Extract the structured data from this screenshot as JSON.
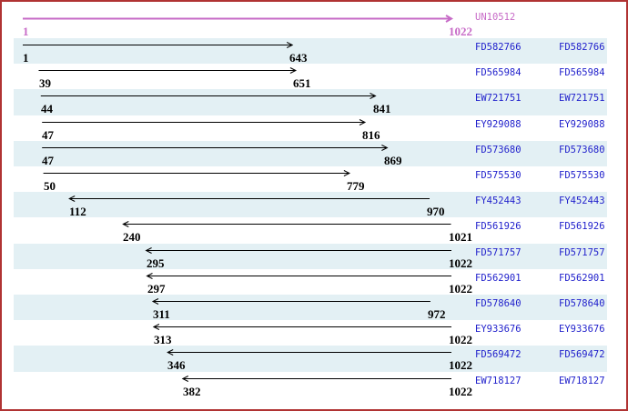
{
  "colors": {
    "border": "#b03333",
    "band_shade": "#e3f0f4",
    "accession_text": "#2222cc",
    "reference_color": "#c76bc7",
    "match_arrow": "#000000",
    "background": "#ffffff"
  },
  "chart_data": {
    "type": "bar",
    "subtype": "horizontal-alignment-range-arrows",
    "title": "",
    "xlabel": "",
    "ylabel": "",
    "xlim": [
      1,
      1022
    ],
    "grid": false,
    "legend": "none",
    "reference": {
      "label": "UN10512",
      "start": 1,
      "end": 1022,
      "orientation": "forward"
    },
    "rows": [
      {
        "accession": "FD582766",
        "start": 1,
        "end": 643,
        "orientation": "forward"
      },
      {
        "accession": "FD565984",
        "start": 39,
        "end": 651,
        "orientation": "forward"
      },
      {
        "accession": "EW721751",
        "start": 44,
        "end": 841,
        "orientation": "forward"
      },
      {
        "accession": "EY929088",
        "start": 47,
        "end": 816,
        "orientation": "forward"
      },
      {
        "accession": "FD573680",
        "start": 47,
        "end": 869,
        "orientation": "forward"
      },
      {
        "accession": "FD575530",
        "start": 50,
        "end": 779,
        "orientation": "forward"
      },
      {
        "accession": "FY452443",
        "start": 112,
        "end": 970,
        "orientation": "reverse"
      },
      {
        "accession": "FD561926",
        "start": 240,
        "end": 1021,
        "orientation": "reverse"
      },
      {
        "accession": "FD571757",
        "start": 295,
        "end": 1022,
        "orientation": "reverse"
      },
      {
        "accession": "FD562901",
        "start": 297,
        "end": 1022,
        "orientation": "reverse"
      },
      {
        "accession": "FD578640",
        "start": 311,
        "end": 972,
        "orientation": "reverse"
      },
      {
        "accession": "EY933676",
        "start": 313,
        "end": 1022,
        "orientation": "reverse"
      },
      {
        "accession": "FD569472",
        "start": 346,
        "end": 1022,
        "orientation": "reverse"
      },
      {
        "accession": "EW718127",
        "start": 382,
        "end": 1022,
        "orientation": "reverse"
      }
    ]
  }
}
